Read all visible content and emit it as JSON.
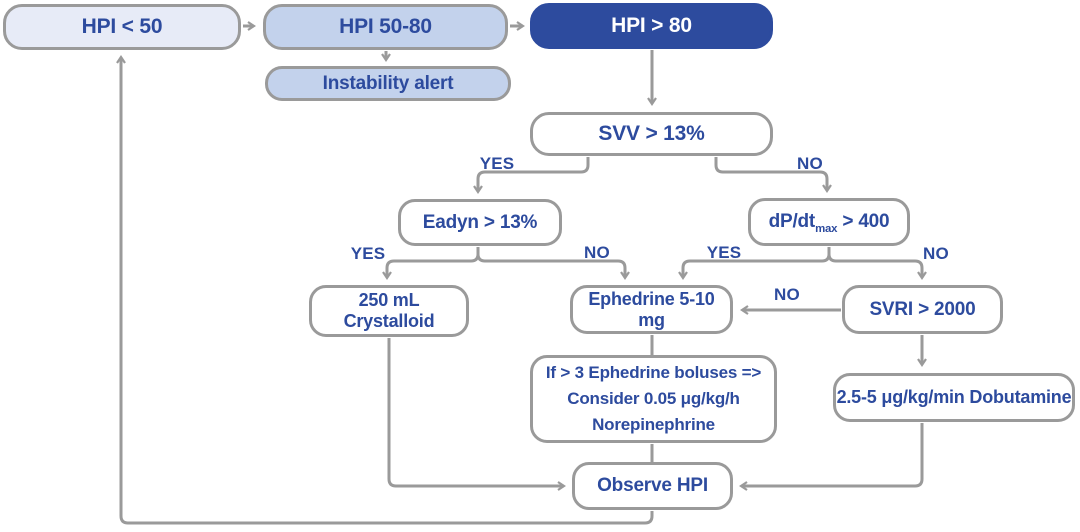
{
  "colors": {
    "dark_blue": "#2d4b9e",
    "light_blue": "#c3d2ec",
    "pale_blue": "#e7ebf7",
    "box_white": "#ffffff",
    "line_gray": "#9a9a9a",
    "text_blue": "#2d4b9e"
  },
  "nodes": {
    "hpi_lt_50": {
      "label": "HPI < 50"
    },
    "hpi_50_80": {
      "label": "HPI 50-80"
    },
    "hpi_gt_80": {
      "label": "HPI > 80"
    },
    "instability": {
      "label": "Instability alert"
    },
    "svv": {
      "label": "SVV > 13%"
    },
    "eadyn": {
      "label": "Eadyn > 13%"
    },
    "dpdt": {
      "prefix": "dP/dt",
      "sub": "max",
      "suffix": " > 400"
    },
    "crystalloid": {
      "label": "250 mL Crystalloid"
    },
    "ephedrine": {
      "label": "Ephedrine 5-10 mg"
    },
    "svri": {
      "label": "SVRI > 2000"
    },
    "norepinephrine": {
      "line1": "If > 3 Ephedrine boluses =>",
      "line2": "Consider 0.05 μg/kg/h",
      "line3": "Norepinephrine"
    },
    "dobutamine": {
      "label": "2.5-5 μg/kg/min Dobutamine"
    },
    "observe": {
      "label": "Observe HPI"
    }
  },
  "edge_labels": {
    "svv_yes": "YES",
    "svv_no": "NO",
    "eadyn_yes": "YES",
    "eadyn_no": "NO",
    "dpdt_yes": "YES",
    "dpdt_no": "NO",
    "svri_no": "NO"
  }
}
